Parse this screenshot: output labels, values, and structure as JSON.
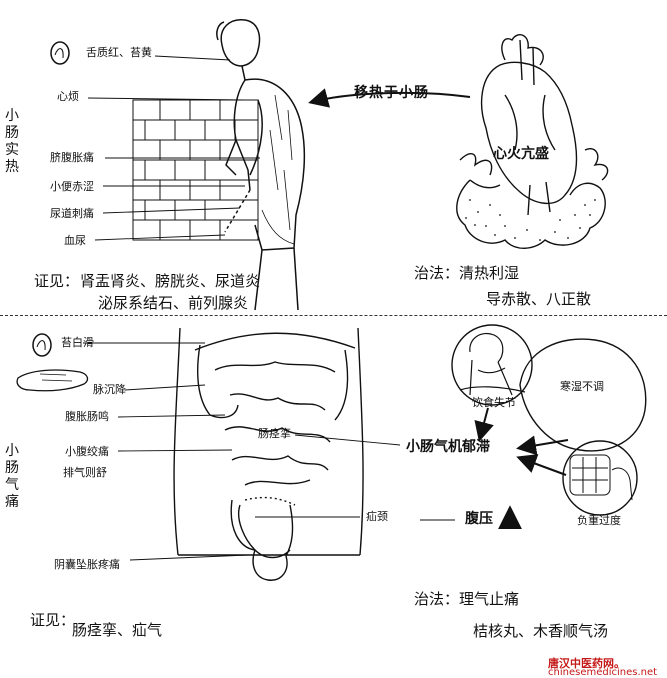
{
  "top": {
    "side_title": "小肠实热",
    "labels": {
      "tongue": "舌质红、苔黄",
      "irritable": "心烦",
      "distension": "脐腹胀痛",
      "urine_red": "小便赤涩",
      "urethra_pain": "尿道刺痛",
      "hematuria": "血尿"
    },
    "transfer": "移热于小肠",
    "heart": "心火亢盛",
    "diseases_label": "证见：",
    "diseases_line1": "肾盂肾炎、膀胱炎、尿道炎",
    "diseases_line2": "泌尿系结石、前列腺炎",
    "treatment": "治法：清热利湿",
    "formulas": "导赤散、八正散"
  },
  "bottom": {
    "side_title": "小肠气痛",
    "labels": {
      "tongue": "苔白滑",
      "pulse": "脉沉降",
      "borborygmus": "腹胀肠鸣",
      "colic": "小腹绞痛",
      "relief": "排气则舒",
      "spasm": "肠痉挛",
      "hernia_neck": "疝颈",
      "scrotum": "阴囊坠胀疼痛"
    },
    "diet": "饮食失节",
    "cold_damp": "寒湿不调",
    "heavy": "负重过度",
    "qi_stagnation": "小肠气机郁滞",
    "pressure": "腹压",
    "diseases_label": "证见：",
    "diseases": "肠痉挛、疝气",
    "treatment": "治法：理气止痛",
    "formulas": "桔核丸、木香顺气汤"
  },
  "watermark": {
    "cn": "唐汉中医药网。",
    "url": "chinesemedicines.net"
  }
}
